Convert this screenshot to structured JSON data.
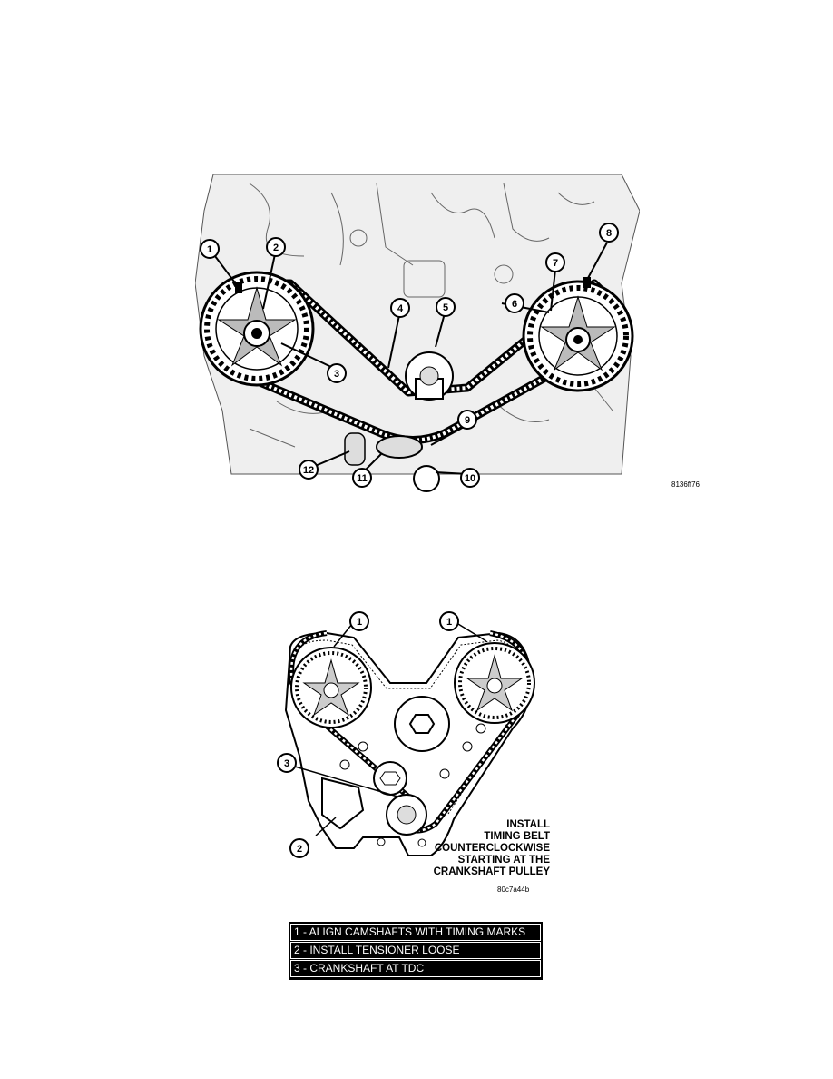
{
  "figure1": {
    "callouts": [
      "1",
      "2",
      "3",
      "4",
      "5",
      "6",
      "7",
      "8",
      "9",
      "10",
      "11",
      "12"
    ],
    "figure_id": "8136ff76"
  },
  "figure2": {
    "callouts": [
      "1",
      "1",
      "2",
      "3"
    ],
    "instruction_lines": [
      "INSTALL",
      "TIMING BELT",
      "COUNTERCLOCKWISE",
      "STARTING AT THE",
      "CRANKSHAFT PULLEY"
    ],
    "figure_id": "80c7a44b"
  },
  "legend": {
    "rows": [
      "1 - ALIGN CAMSHAFTS WITH TIMING MARKS",
      "2 - INSTALL TENSIONER LOOSE",
      "3 - CRANKSHAFT AT TDC"
    ]
  },
  "colors": {
    "ink": "#000000",
    "paper": "#ffffff",
    "shade": "#d8d8d8"
  }
}
